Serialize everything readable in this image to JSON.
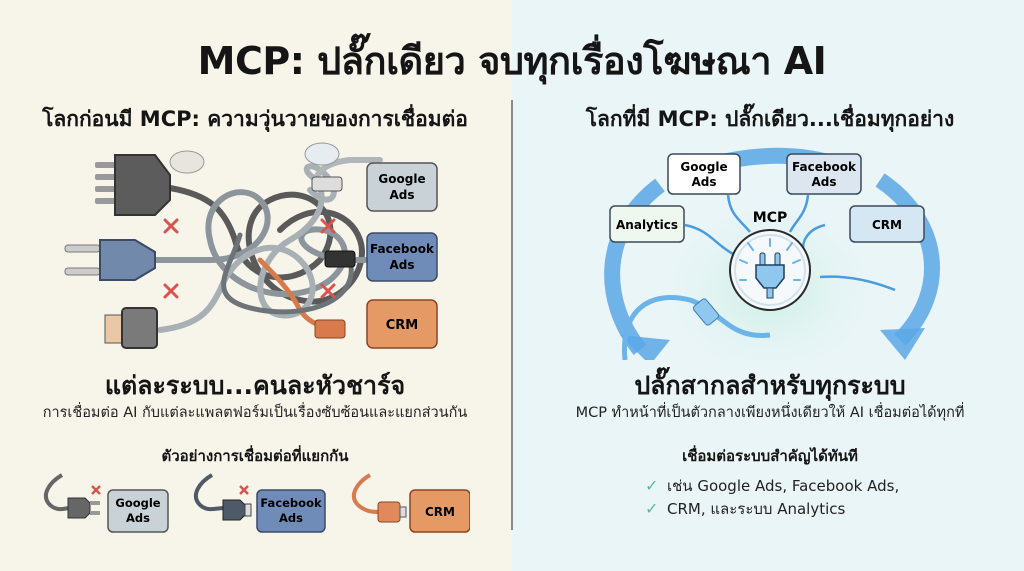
{
  "title": "MCP: ปลั๊กเดียว จบทุกเรื่องโฆษณา AI",
  "left": {
    "heading": "โลกก่อนมี MCP: ความวุ่นวายของการเชื่อมต่อ",
    "targets": [
      {
        "label_line1": "Google",
        "label_line2": "Ads",
        "color": "#c9d2d6"
      },
      {
        "label_line1": "Facebook",
        "label_line2": "Ads",
        "color": "#6f8cb8"
      },
      {
        "label_line1": "CRM",
        "label_line2": "",
        "color": "#e59a66"
      }
    ],
    "subtitle": "แต่ละระบบ...คนละหัวชาร์จ",
    "description": "การเชื่อมต่อ AI กับแต่ละแพลตฟอร์มเป็นเรื่องซับซ้อนและแยกส่วนกัน",
    "examples_heading": "ตัวอย่างการเชื่อมต่อที่แยกกัน",
    "examples": [
      {
        "label_line1": "Google",
        "label_line2": "Ads"
      },
      {
        "label_line1": "Facebook",
        "label_line2": "Ads"
      },
      {
        "label_line1": "CRM",
        "label_line2": ""
      }
    ]
  },
  "right": {
    "heading": "โลกที่มี MCP: ปลั๊กเดียว...เชื่อมทุกอย่าง",
    "hub_label": "MCP",
    "nodes": [
      {
        "label_line1": "Google",
        "label_line2": "Ads"
      },
      {
        "label_line1": "Facebook",
        "label_line2": "Ads"
      },
      {
        "label_line1": "Analytics",
        "label_line2": ""
      },
      {
        "label_line1": "CRM",
        "label_line2": ""
      }
    ],
    "subtitle": "ปลั๊กสากลสำหรับทุกระบบ",
    "description": "MCP ทำหน้าที่เป็นตัวกลางเพียงหนึ่งเดียวให้ AI เชื่อมต่อได้ทุกที่",
    "benefits_heading": "เชื่อมต่อระบบสำคัญได้ทันที",
    "benefits": [
      "เช่น Google Ads, Facebook Ads,",
      "CRM, และระบบ Analytics"
    ]
  },
  "colors": {
    "left_bg": "#f7f4ea",
    "right_bg": "#eaf5f8",
    "accent_blue": "#4a9be0",
    "error_red": "#d9534f",
    "check_green": "#5cb8a4"
  }
}
